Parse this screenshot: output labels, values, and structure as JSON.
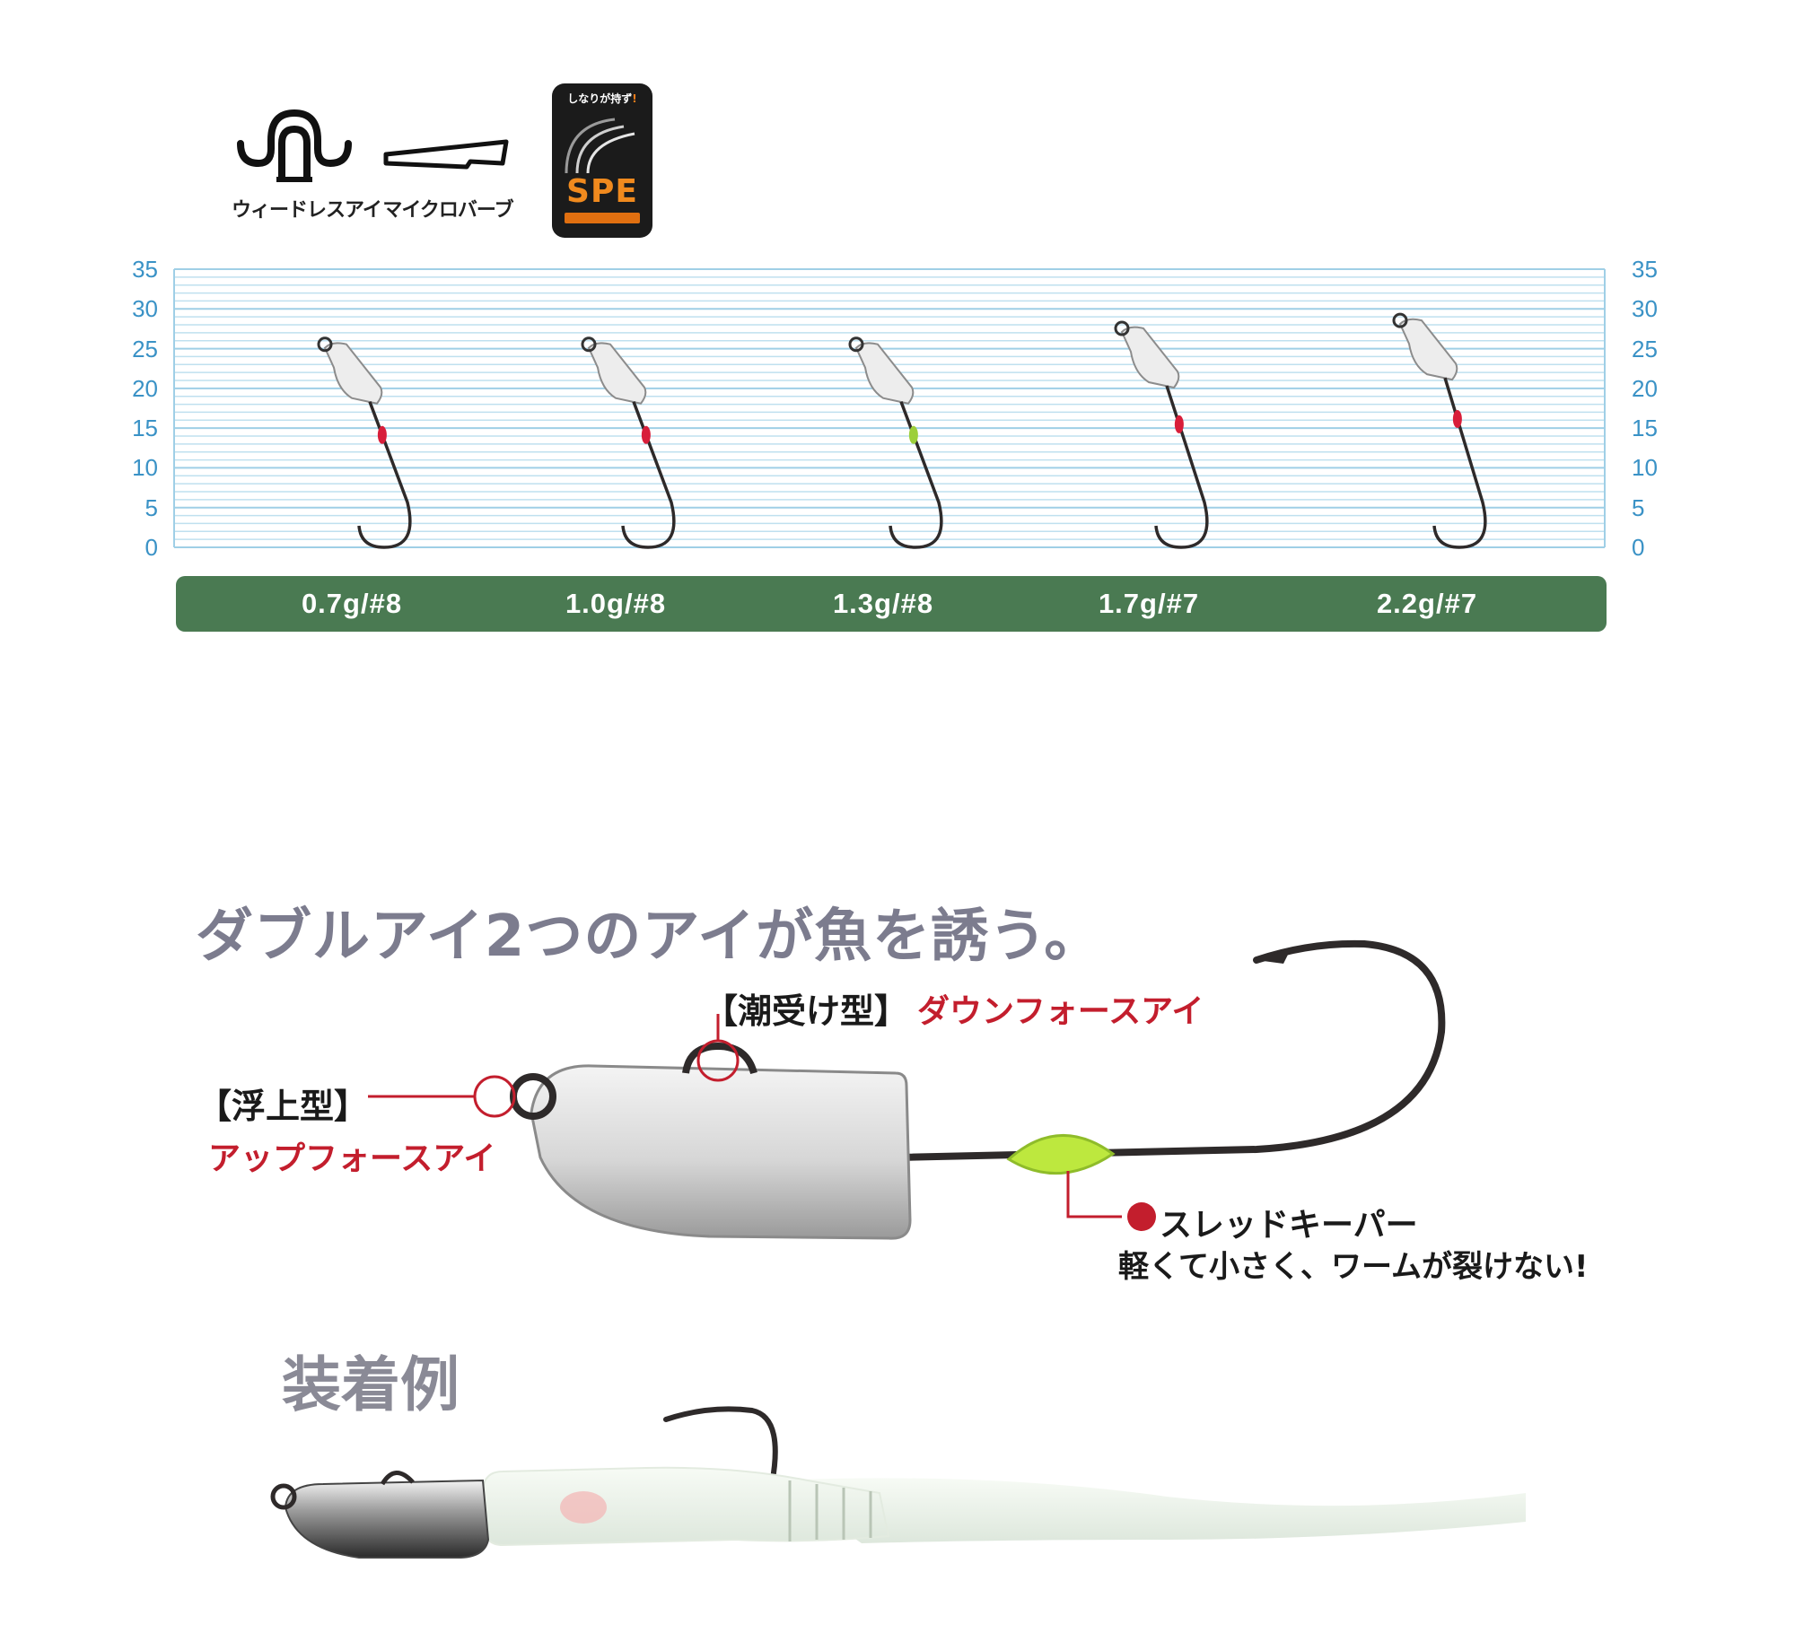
{
  "features": [
    {
      "name": "weedless-eye",
      "label": "ウィードレスアイ"
    },
    {
      "name": "micro-barb",
      "label": "マイクロバーブ"
    },
    {
      "name": "spe-badge",
      "top_text_plain": "しなりが持ず",
      "top_text_highlight": "!",
      "label": "SPE"
    }
  ],
  "chart_data": {
    "type": "table",
    "y_ticks": [
      0,
      5,
      10,
      15,
      20,
      25,
      30,
      35
    ],
    "ylim": [
      0,
      35
    ],
    "grid": true,
    "categories": [
      "0.7g/#8",
      "1.0g/#8",
      "1.3g/#8",
      "1.7g/#7",
      "2.2g/#7"
    ],
    "jig_length_mm": [
      26,
      26,
      26,
      28,
      29
    ],
    "thread_keeper_colors": [
      "#d81e3a",
      "#d81e3a",
      "#9ccf3a",
      "#d81e3a",
      "#d81e3a"
    ]
  },
  "headline": "ダブルアイ2つのアイが魚を誘う。",
  "callouts": {
    "down_force": {
      "type": "【潮受け型】",
      "name": "ダウンフォースアイ"
    },
    "up_force": {
      "type": "【浮上型】",
      "name": "アップフォースアイ"
    },
    "thread_keeper": {
      "title": "スレッドキーパー",
      "desc": "軽くて小さく、ワームが裂けない!"
    }
  },
  "colors": {
    "axis": "#3a92c6",
    "grid": "#bfe0ef",
    "bar": "#4a7a52",
    "callout_red": "#c31e2d",
    "thread_keeper_green": "#b8e83a"
  },
  "example_title": "装着例"
}
